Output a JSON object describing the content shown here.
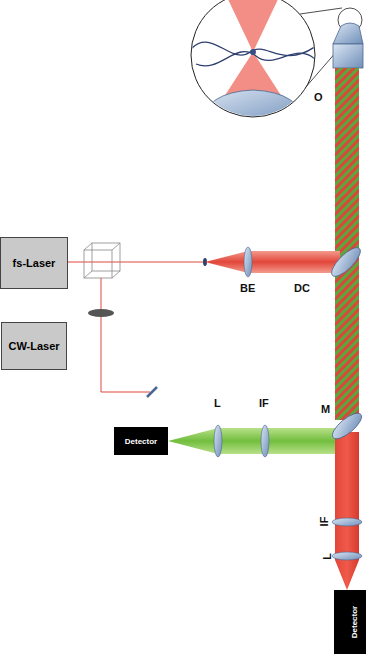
{
  "diagram": {
    "nodes": [
      {
        "text": [
          "fs-Laser"
        ]
      },
      {
        "text": [
          "CW-Laser"
        ]
      },
      {
        "text": [
          "Detector"
        ]
      },
      {
        "text": [
          "Detector"
        ]
      }
    ],
    "labels": [
      "O",
      "BE",
      "DC",
      "L",
      "IF",
      "M",
      "IF",
      "L"
    ]
  }
}
